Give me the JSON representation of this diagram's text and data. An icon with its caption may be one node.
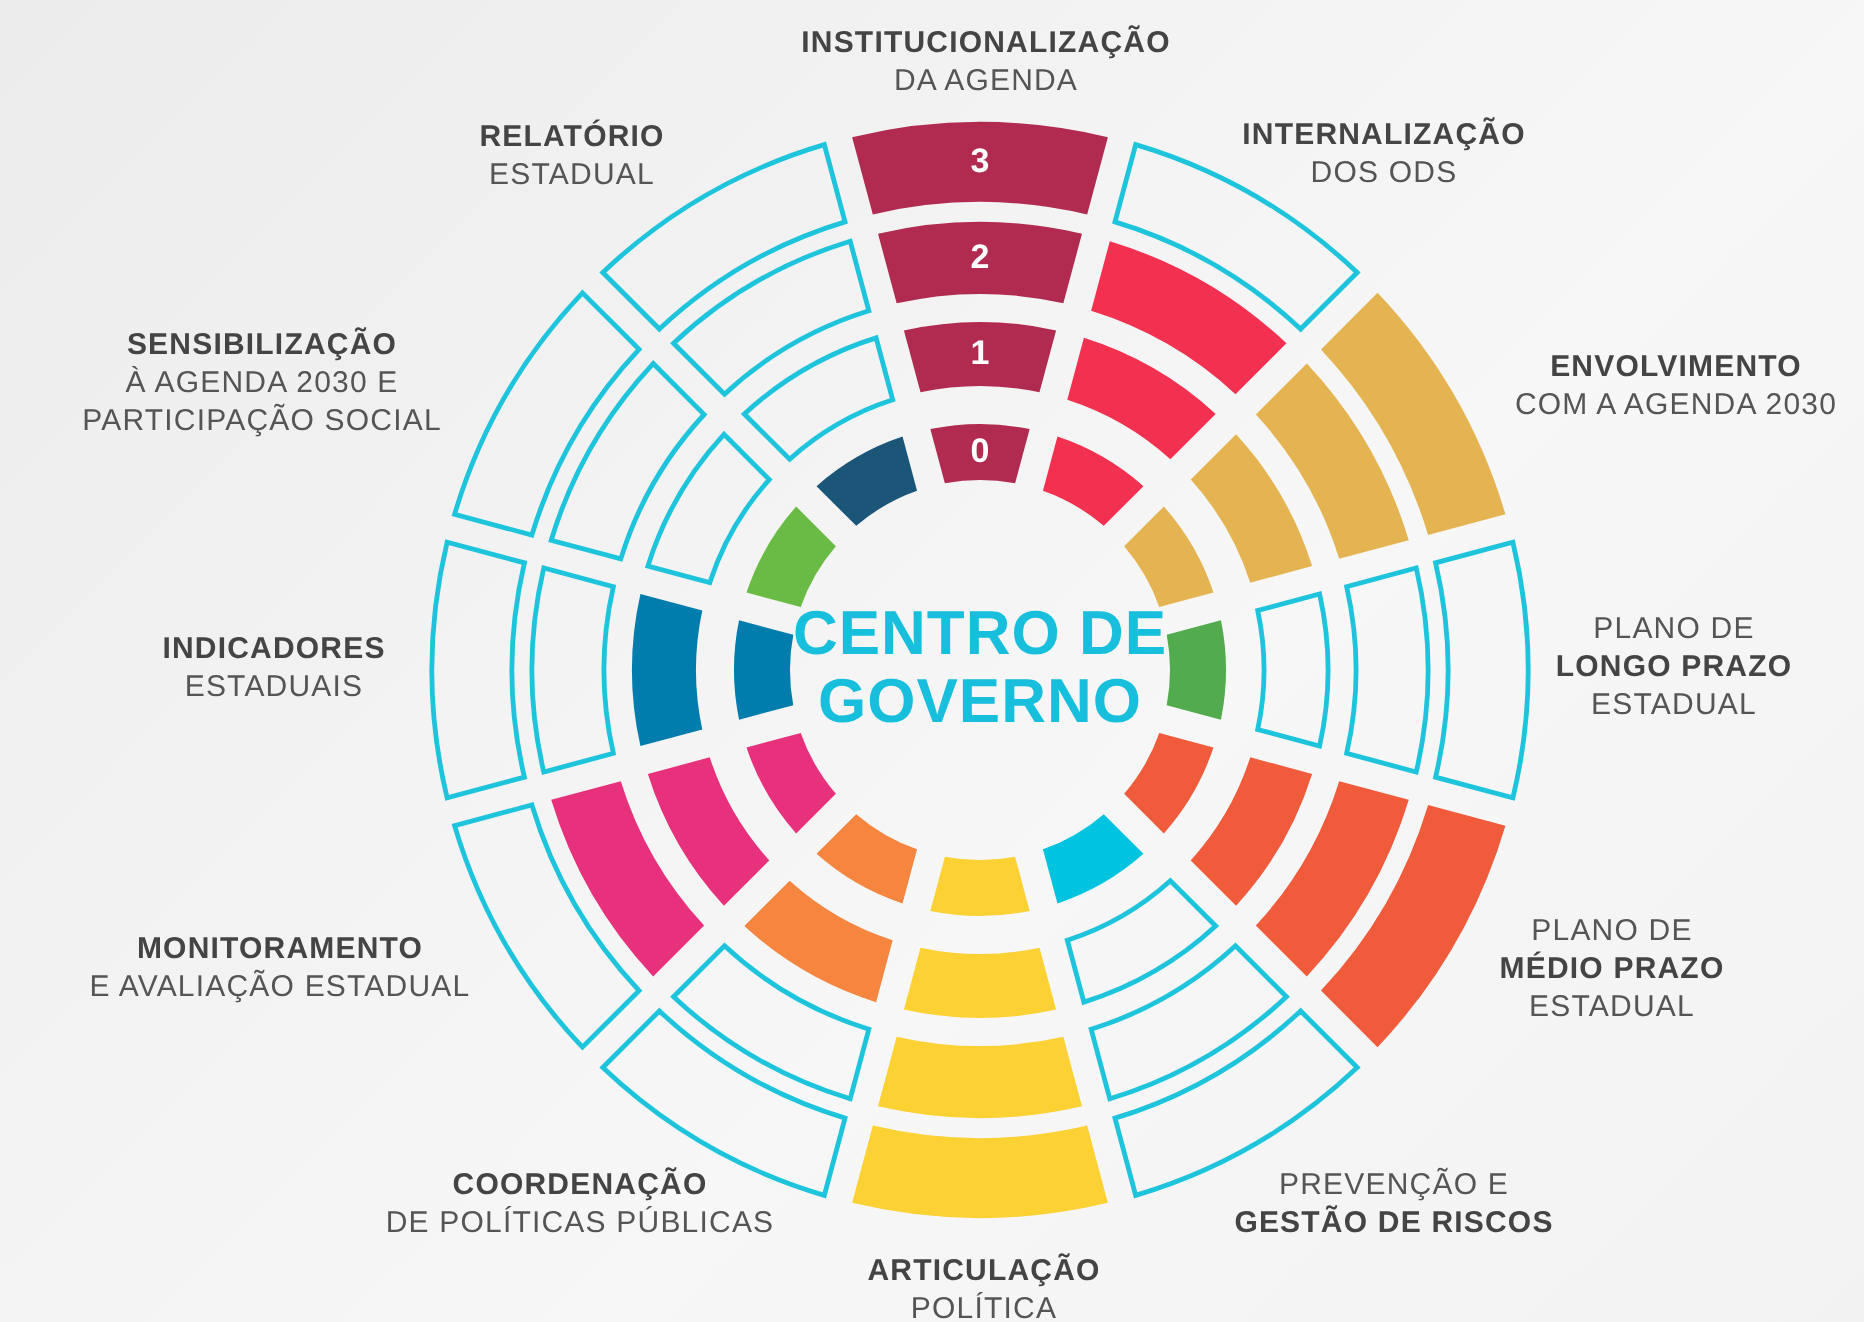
{
  "diagram": {
    "labels": [
      "**INSTITUCIONALIZAÇÃO** DA AGENDA",
      "3",
      "**INTERNALIZAÇÃO** DOS ODS",
      "**RELATÓRIO** ESTADUAL",
      "2",
      "**SENSIBILIZAÇÃO** À AGENDA 2030 E PARTICIPAÇÃO SOCIAL",
      "1",
      "**ENVOLVIMENTO** COM A AGENDA 2030",
      "0",
      "PLANO DE **LONGO PRAZO** ESTADUAL",
      "**INDICADORES** ESTADUAIS",
      "CENTRO DE GOVERNO",
      "PLANO DE **MÉDIO PRAZO** ESTADUAL",
      "**MONITORAMENTO** E AVALIAÇÃO ESTADUAL",
      "PREVENÇÃO E **GESTÃO DE RISCOS**",
      "**COORDENAÇÃO** DE POLÍTICAS PÚBLICAS",
      "**ARTICULAÇÃO** POLÍTICA"
    ]
  }
}
